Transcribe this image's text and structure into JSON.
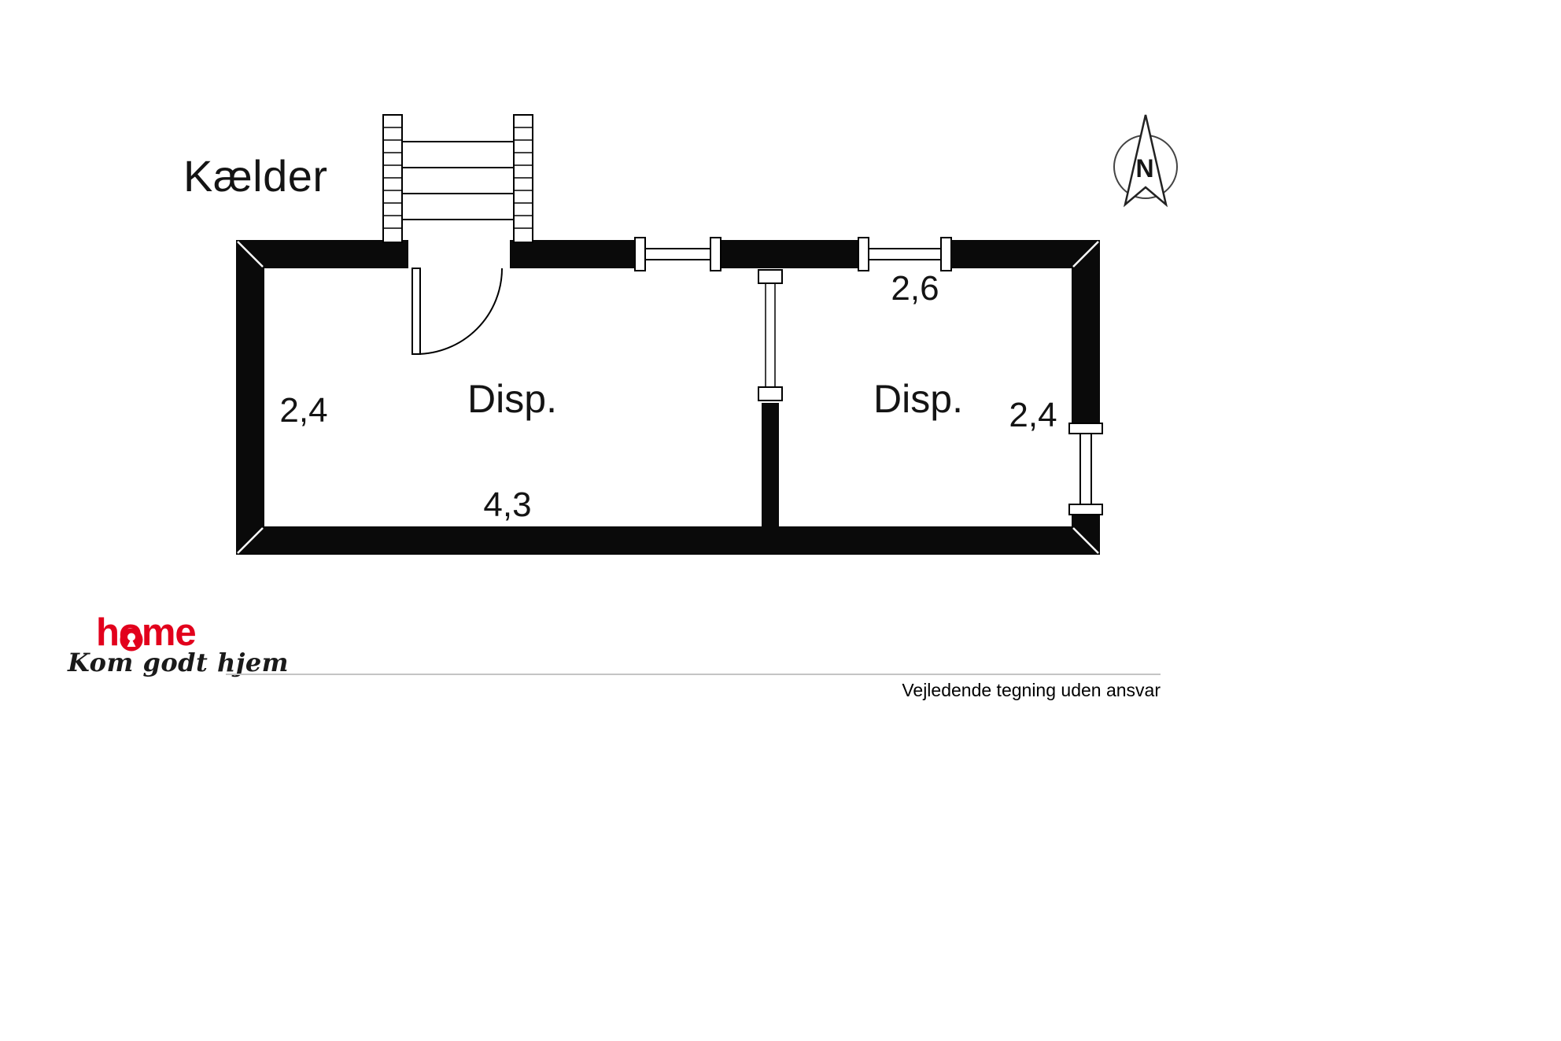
{
  "plan": {
    "title": "Kælder",
    "rooms": [
      {
        "label": "Disp.",
        "dim_width": "4,3",
        "dim_height": "2,4"
      },
      {
        "label": "Disp.",
        "dim_width": "2,6",
        "dim_height": "2,4"
      }
    ],
    "compass_label": "N"
  },
  "footer": {
    "logo_text": "home",
    "tagline": "Kom godt hjem",
    "disclaimer": "Vejledende tegning uden ansvar"
  },
  "colors": {
    "wall_black": "#0a0a0a",
    "logo_red": "#e2001c",
    "divider_gray": "#c4c4c4"
  }
}
